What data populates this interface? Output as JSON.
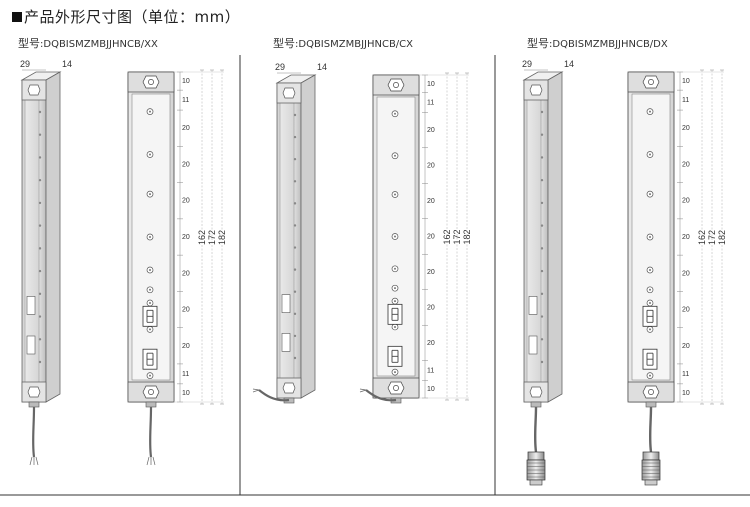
{
  "title": "产品外形尺寸图（单位：mm）",
  "models": [
    {
      "prefix": "型号",
      "code": ":DQBISMZMBJJHNCB/XX",
      "connector": "cable"
    },
    {
      "prefix": "型号",
      "code": ":DQBISMZMBJJHNCB/CX",
      "connector": "side-cable"
    },
    {
      "prefix": "型号",
      "code": ":DQBISMZMBJJHNCB/DX",
      "connector": "m12"
    }
  ],
  "dimensions": {
    "depth": "29",
    "width": "14",
    "pitches": [
      "10",
      "11",
      "20",
      "20",
      "20",
      "20",
      "20",
      "20",
      "20",
      "11",
      "10"
    ],
    "totals": [
      "162",
      "172",
      "182"
    ]
  }
}
